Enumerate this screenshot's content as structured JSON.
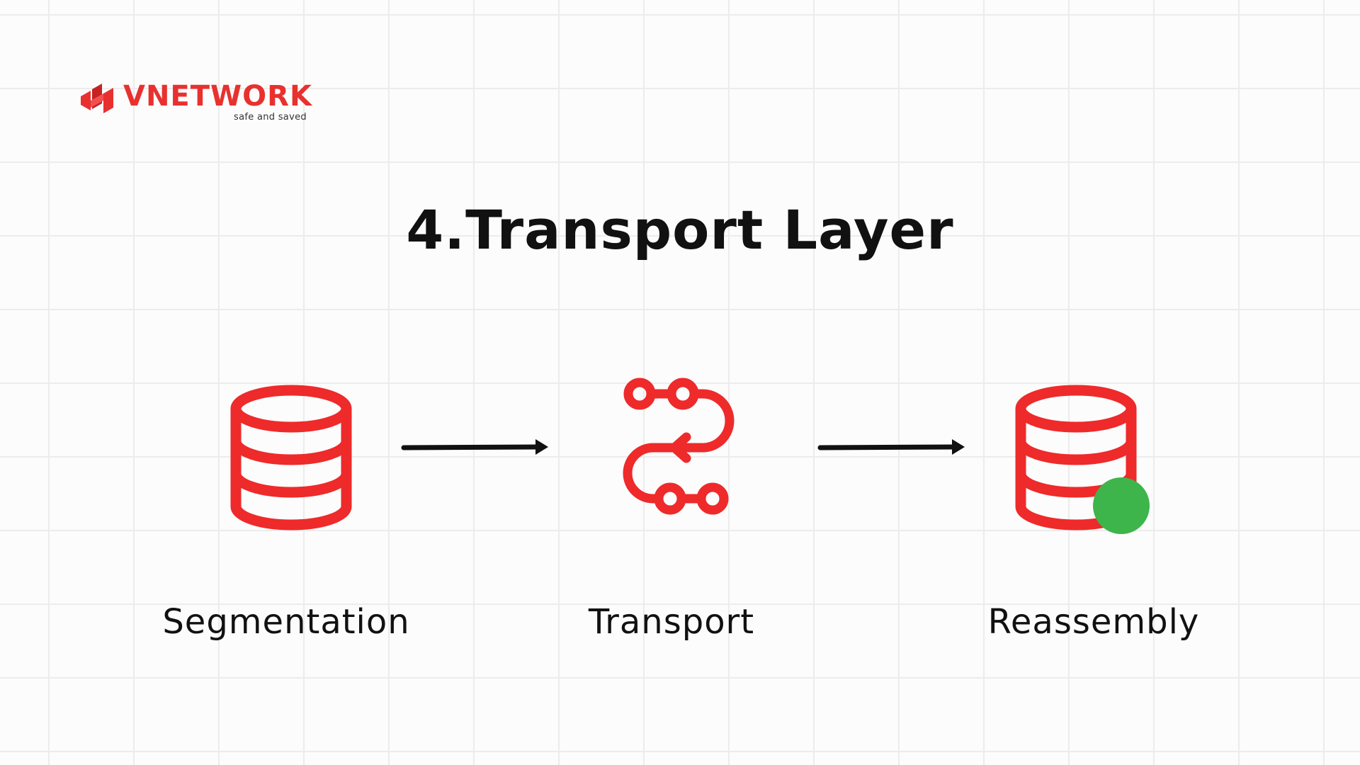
{
  "brand": {
    "name": "VNETWORK",
    "tagline": "safe and saved",
    "color": "#e8312f"
  },
  "title": "4.Transport Layer",
  "colors": {
    "icon": "#ee2a2a",
    "arrow": "#111111",
    "status_dot": "#3db54a"
  },
  "steps": [
    {
      "label": "Segmentation",
      "icon": "database-icon"
    },
    {
      "label": "Transport",
      "icon": "route-icon"
    },
    {
      "label": "Reassembly",
      "icon": "database-check-icon"
    }
  ]
}
